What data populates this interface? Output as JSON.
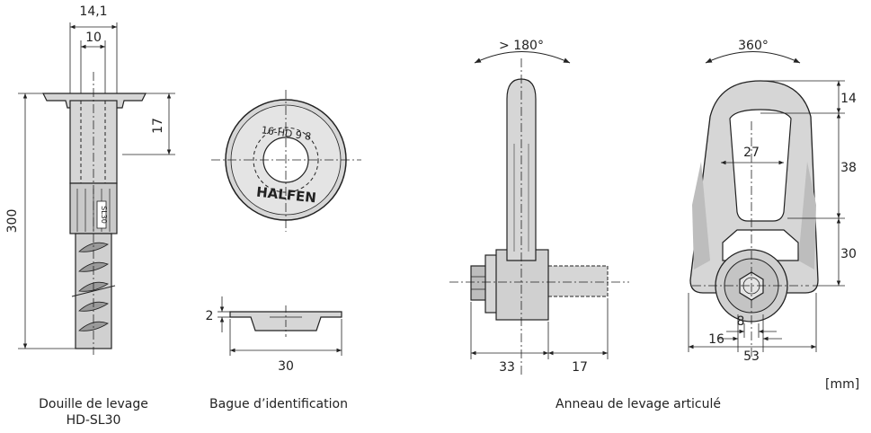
{
  "dimensions": {
    "anchor_width_outer": "14,1",
    "anchor_width_inner": "10",
    "anchor_head_height": "17",
    "anchor_length": "300",
    "ring_thickness": "2",
    "ring_diameter": "30",
    "eye_angle_side": "> 180°",
    "eye_angle_front": "360°",
    "eye_top": "14",
    "eye_opening_width": "27",
    "eye_opening_height": "38",
    "eye_base_height": "30",
    "eye_side_left": "33",
    "eye_side_right": "17",
    "eye_front_8": "8",
    "eye_front_16": "16",
    "eye_front_53": "53"
  },
  "ring_text": {
    "marking": "16-HD 9 8",
    "brand": "HALFEN"
  },
  "anchor_label": "SL30",
  "captions": {
    "anchor_line1": "Douille de levage",
    "anchor_line2": "HD-SL30",
    "ring": "Bague d’identification",
    "eye": "Anneau de levage articulé"
  },
  "unit": "[mm]",
  "colors": {
    "part_fill": "#d6d6d6",
    "part_dark": "#a8a8a8",
    "line": "#222222"
  }
}
